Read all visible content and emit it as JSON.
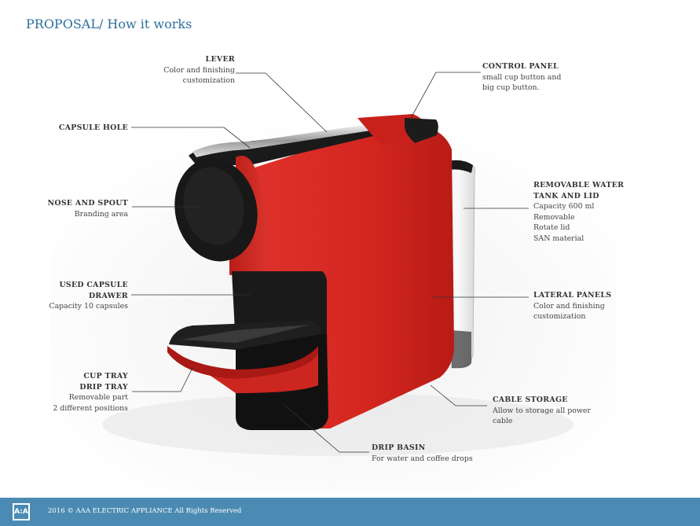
{
  "title": "PROPOSAL/ How it works",
  "callouts": {
    "lever": {
      "heading": "LEVER",
      "desc": [
        "Color and finishing",
        "customization"
      ]
    },
    "control_panel": {
      "heading": "CONTROL PANEL",
      "desc": [
        "small cup button and",
        "big cup button."
      ]
    },
    "capsule_hole": {
      "heading": "CAPSULE HOLE",
      "desc": []
    },
    "nose_spout": {
      "heading": "NOSE AND SPOUT",
      "desc": [
        "Branding area"
      ]
    },
    "water_tank": {
      "heading": [
        "REMOVABLE WATER",
        "TANK AND LID"
      ],
      "desc": [
        "Capacity 600 ml",
        "Removable",
        "Rotate lid",
        "SAN material"
      ]
    },
    "capsule_drawer": {
      "heading": [
        "USED CAPSULE",
        "DRAWER"
      ],
      "desc": [
        "Capacity 10 capsules"
      ]
    },
    "lateral_panels": {
      "heading": "LATERAL PANELS",
      "desc": [
        "Color and finishing",
        "customization"
      ]
    },
    "cup_tray": {
      "heading": [
        "CUP TRAY",
        "DRIP TRAY"
      ],
      "desc": [
        "Removable part",
        "2  different positions"
      ]
    },
    "cable_storage": {
      "heading": "CABLE STORAGE",
      "desc": [
        "Allow to storage all power",
        "cable"
      ]
    },
    "drip_basin": {
      "heading": "DRIP BASIN",
      "desc": [
        "For water and coffee drops"
      ]
    }
  },
  "footer": {
    "logo": "A:A",
    "text": "2016 © AAA ELECTRIC APPLIANCE   All Rights Reserved"
  },
  "colors": {
    "title": "#2b6f9c",
    "footer": "#4b8bb3",
    "machine_red": "#d42a25",
    "machine_black": "#1e1e1e"
  }
}
